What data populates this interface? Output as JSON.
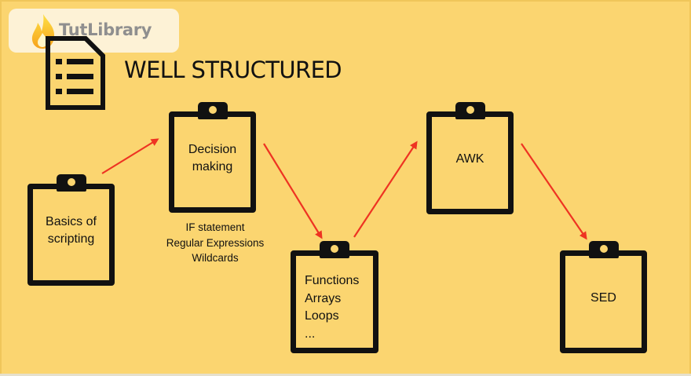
{
  "logo": {
    "text": "TutLibrary"
  },
  "title": "WELL STRUCTURED",
  "nodes": {
    "basics": {
      "lines": [
        "Basics of",
        "scripting"
      ]
    },
    "decision": {
      "lines": [
        "Decision",
        "making"
      ]
    },
    "functions": {
      "lines": [
        "Functions",
        "Arrays",
        "Loops",
        "..."
      ]
    },
    "awk": {
      "lines": [
        "AWK"
      ]
    },
    "sed": {
      "lines": [
        "SED"
      ]
    }
  },
  "decision_notes": [
    "IF statement",
    "Regular Expressions",
    "Wildcards"
  ],
  "colors": {
    "background": "#fbd570",
    "arrow": "#ee3322",
    "ink": "#111111"
  }
}
